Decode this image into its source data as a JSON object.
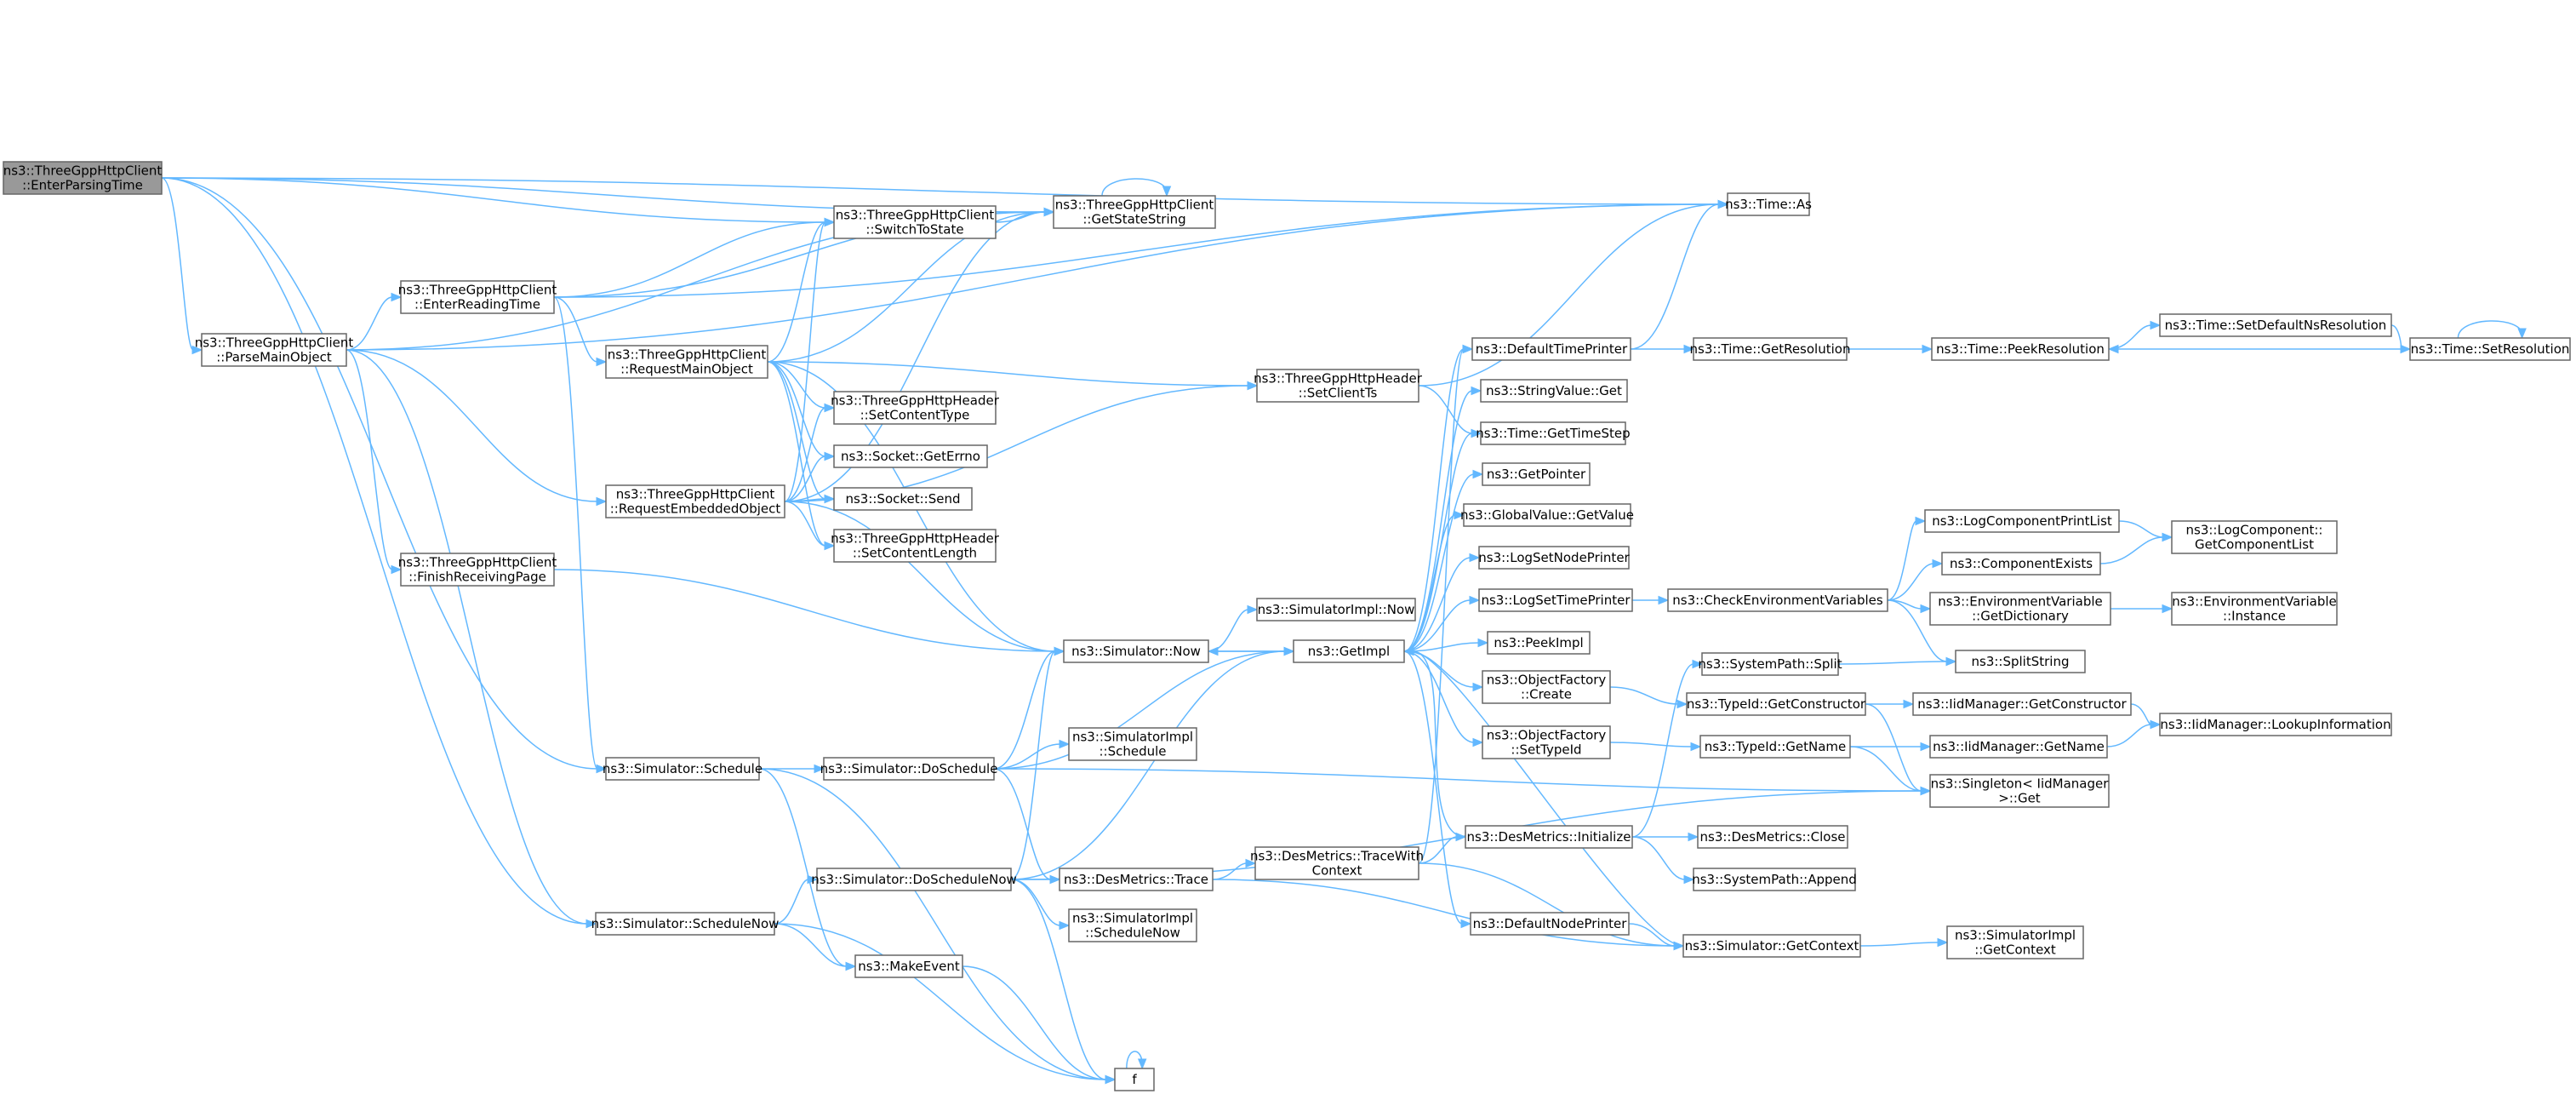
{
  "colors": {
    "edge": "#63b8ff",
    "node_border": "#666666",
    "root_fill": "#999999",
    "node_fill": "#ffffff"
  },
  "nodes": [
    {
      "id": "enterParsing",
      "lines": [
        "ns3::ThreeGppHttpClient",
        "::EnterParsingTime"
      ],
      "root": true
    },
    {
      "id": "parseMain",
      "lines": [
        "ns3::ThreeGppHttpClient",
        "::ParseMainObject"
      ]
    },
    {
      "id": "enterReading",
      "lines": [
        "ns3::ThreeGppHttpClient",
        "::EnterReadingTime"
      ]
    },
    {
      "id": "finishRecv",
      "lines": [
        "ns3::ThreeGppHttpClient",
        "::FinishReceivingPage"
      ]
    },
    {
      "id": "schedule",
      "lines": [
        "ns3::Simulator::Schedule"
      ]
    },
    {
      "id": "scheduleNow",
      "lines": [
        "ns3::Simulator::ScheduleNow"
      ]
    },
    {
      "id": "reqMain",
      "lines": [
        "ns3::ThreeGppHttpClient",
        "::RequestMainObject"
      ]
    },
    {
      "id": "reqEmb",
      "lines": [
        "ns3::ThreeGppHttpClient",
        "::RequestEmbeddedObject"
      ]
    },
    {
      "id": "switchState",
      "lines": [
        "ns3::ThreeGppHttpClient",
        "::SwitchToState"
      ]
    },
    {
      "id": "getStateStr",
      "lines": [
        "ns3::ThreeGppHttpClient",
        "::GetStateString"
      ]
    },
    {
      "id": "timeAs",
      "lines": [
        "ns3::Time::As"
      ]
    },
    {
      "id": "setContentType",
      "lines": [
        "ns3::ThreeGppHttpHeader",
        "::SetContentType"
      ]
    },
    {
      "id": "getErrno",
      "lines": [
        "ns3::Socket::GetErrno"
      ]
    },
    {
      "id": "socketSend",
      "lines": [
        "ns3::Socket::Send"
      ]
    },
    {
      "id": "setContentLength",
      "lines": [
        "ns3::ThreeGppHttpHeader",
        "::SetContentLength"
      ]
    },
    {
      "id": "setClientTs",
      "lines": [
        "ns3::ThreeGppHttpHeader",
        "::SetClientTs"
      ]
    },
    {
      "id": "simNow",
      "lines": [
        "ns3::Simulator::Now"
      ]
    },
    {
      "id": "doSchedule",
      "lines": [
        "ns3::Simulator::DoSchedule"
      ]
    },
    {
      "id": "doScheduleNow",
      "lines": [
        "ns3::Simulator::DoScheduleNow"
      ]
    },
    {
      "id": "makeEvent",
      "lines": [
        "ns3::MakeEvent"
      ]
    },
    {
      "id": "f",
      "lines": [
        "f"
      ]
    },
    {
      "id": "simImplNow",
      "lines": [
        "ns3::SimulatorImpl::Now"
      ]
    },
    {
      "id": "getImpl",
      "lines": [
        "ns3::GetImpl"
      ]
    },
    {
      "id": "simImplSchedule",
      "lines": [
        "ns3::SimulatorImpl",
        "::Schedule"
      ]
    },
    {
      "id": "desTrace",
      "lines": [
        "ns3::DesMetrics::Trace"
      ]
    },
    {
      "id": "simImplScheduleNow",
      "lines": [
        "ns3::SimulatorImpl",
        "::ScheduleNow"
      ]
    },
    {
      "id": "traceWithCtx",
      "lines": [
        "ns3::DesMetrics::TraceWith",
        "Context"
      ]
    },
    {
      "id": "defTimePrinter",
      "lines": [
        "ns3::DefaultTimePrinter"
      ]
    },
    {
      "id": "strValGet",
      "lines": [
        "ns3::StringValue::Get"
      ]
    },
    {
      "id": "getTimeStep",
      "lines": [
        "ns3::Time::GetTimeStep"
      ]
    },
    {
      "id": "getPointer",
      "lines": [
        "ns3::GetPointer"
      ]
    },
    {
      "id": "globalValGet",
      "lines": [
        "ns3::GlobalValue::GetValue"
      ]
    },
    {
      "id": "logSetNodePrinter",
      "lines": [
        "ns3::LogSetNodePrinter"
      ]
    },
    {
      "id": "logSetTimePrinter",
      "lines": [
        "ns3::LogSetTimePrinter"
      ]
    },
    {
      "id": "peekImpl",
      "lines": [
        "ns3::PeekImpl"
      ]
    },
    {
      "id": "objFactCreate",
      "lines": [
        "ns3::ObjectFactory",
        "::Create"
      ]
    },
    {
      "id": "objFactSetTypeId",
      "lines": [
        "ns3::ObjectFactory",
        "::SetTypeId"
      ]
    },
    {
      "id": "desInit",
      "lines": [
        "ns3::DesMetrics::Initialize"
      ]
    },
    {
      "id": "defNodePrinter",
      "lines": [
        "ns3::DefaultNodePrinter"
      ]
    },
    {
      "id": "simGetContext",
      "lines": [
        "ns3::Simulator::GetContext"
      ]
    },
    {
      "id": "getResolution",
      "lines": [
        "ns3::Time::GetResolution"
      ]
    },
    {
      "id": "peekResolution",
      "lines": [
        "ns3::Time::PeekResolution"
      ]
    },
    {
      "id": "setDefNsRes",
      "lines": [
        "ns3::Time::SetDefaultNsResolution"
      ]
    },
    {
      "id": "setResolution",
      "lines": [
        "ns3::Time::SetResolution"
      ]
    },
    {
      "id": "checkEnv",
      "lines": [
        "ns3::CheckEnvironmentVariables"
      ]
    },
    {
      "id": "sysPathSplit",
      "lines": [
        "ns3::SystemPath::Split"
      ]
    },
    {
      "id": "typeIdGetCtor",
      "lines": [
        "ns3::TypeId::GetConstructor"
      ]
    },
    {
      "id": "typeIdGetName",
      "lines": [
        "ns3::TypeId::GetName"
      ]
    },
    {
      "id": "desClose",
      "lines": [
        "ns3::DesMetrics::Close"
      ]
    },
    {
      "id": "sysPathAppend",
      "lines": [
        "ns3::SystemPath::Append"
      ]
    },
    {
      "id": "simImplGetCtx",
      "lines": [
        "ns3::SimulatorImpl",
        "::GetContext"
      ]
    },
    {
      "id": "logCompPrintList",
      "lines": [
        "ns3::LogComponentPrintList"
      ]
    },
    {
      "id": "componentExists",
      "lines": [
        "ns3::ComponentExists"
      ]
    },
    {
      "id": "envVarGetDict",
      "lines": [
        "ns3::EnvironmentVariable",
        "::GetDictionary"
      ]
    },
    {
      "id": "splitString",
      "lines": [
        "ns3::SplitString"
      ]
    },
    {
      "id": "iidGetCtor",
      "lines": [
        "ns3::IidManager::GetConstructor"
      ]
    },
    {
      "id": "iidGetName",
      "lines": [
        "ns3::IidManager::GetName"
      ]
    },
    {
      "id": "singletonGet",
      "lines": [
        "ns3::Singleton< IidManager",
        " >::Get"
      ]
    },
    {
      "id": "logCompGetList",
      "lines": [
        "ns3::LogComponent::",
        "GetComponentList"
      ]
    },
    {
      "id": "envVarInstance",
      "lines": [
        "ns3::EnvironmentVariable",
        "::Instance"
      ]
    },
    {
      "id": "iidLookup",
      "lines": [
        "ns3::IidManager::LookupInformation"
      ]
    }
  ],
  "edges": [
    [
      "enterParsing",
      "parseMain"
    ],
    [
      "enterParsing",
      "schedule"
    ],
    [
      "enterParsing",
      "scheduleNow"
    ],
    [
      "enterParsing",
      "switchState"
    ],
    [
      "enterParsing",
      "getStateStr"
    ],
    [
      "enterParsing",
      "timeAs"
    ],
    [
      "parseMain",
      "enterReading"
    ],
    [
      "parseMain",
      "finishRecv"
    ],
    [
      "parseMain",
      "reqEmb"
    ],
    [
      "parseMain",
      "scheduleNow"
    ],
    [
      "parseMain",
      "getStateStr"
    ],
    [
      "parseMain",
      "timeAs"
    ],
    [
      "enterReading",
      "reqMain"
    ],
    [
      "enterReading",
      "schedule"
    ],
    [
      "enterReading",
      "switchState"
    ],
    [
      "enterReading",
      "getStateStr"
    ],
    [
      "enterReading",
      "timeAs"
    ],
    [
      "finishRecv",
      "simNow"
    ],
    [
      "reqMain",
      "switchState"
    ],
    [
      "reqMain",
      "getStateStr"
    ],
    [
      "reqMain",
      "setContentType"
    ],
    [
      "reqMain",
      "getErrno"
    ],
    [
      "reqMain",
      "socketSend"
    ],
    [
      "reqMain",
      "setContentLength"
    ],
    [
      "reqMain",
      "setClientTs"
    ],
    [
      "reqMain",
      "simNow"
    ],
    [
      "reqEmb",
      "switchState"
    ],
    [
      "reqEmb",
      "getStateStr"
    ],
    [
      "reqEmb",
      "setContentType"
    ],
    [
      "reqEmb",
      "getErrno"
    ],
    [
      "reqEmb",
      "socketSend"
    ],
    [
      "reqEmb",
      "setContentLength"
    ],
    [
      "reqEmb",
      "setClientTs"
    ],
    [
      "reqEmb",
      "simNow"
    ],
    [
      "switchState",
      "getStateStr"
    ],
    [
      "getStateStr",
      "getStateStr"
    ],
    [
      "setClientTs",
      "timeAs"
    ],
    [
      "setClientTs",
      "getTimeStep"
    ],
    [
      "schedule",
      "doSchedule"
    ],
    [
      "schedule",
      "makeEvent"
    ],
    [
      "schedule",
      "f"
    ],
    [
      "scheduleNow",
      "doScheduleNow"
    ],
    [
      "scheduleNow",
      "makeEvent"
    ],
    [
      "scheduleNow",
      "f"
    ],
    [
      "doSchedule",
      "simNow"
    ],
    [
      "doSchedule",
      "getImpl"
    ],
    [
      "doSchedule",
      "simImplSchedule"
    ],
    [
      "doSchedule",
      "desTrace"
    ],
    [
      "doSchedule",
      "singletonGet"
    ],
    [
      "doScheduleNow",
      "simNow"
    ],
    [
      "doScheduleNow",
      "getImpl"
    ],
    [
      "doScheduleNow",
      "desTrace"
    ],
    [
      "doScheduleNow",
      "simImplScheduleNow"
    ],
    [
      "doScheduleNow",
      "f"
    ],
    [
      "doScheduleNow",
      "singletonGet"
    ],
    [
      "makeEvent",
      "f"
    ],
    [
      "f",
      "f"
    ],
    [
      "simNow",
      "simImplNow"
    ],
    [
      "simNow",
      "getImpl"
    ],
    [
      "desTrace",
      "traceWithCtx"
    ],
    [
      "desTrace",
      "simGetContext"
    ],
    [
      "traceWithCtx",
      "desInit"
    ],
    [
      "traceWithCtx",
      "simGetContext"
    ],
    [
      "traceWithCtx",
      "defTimePrinter"
    ],
    [
      "getImpl",
      "defTimePrinter"
    ],
    [
      "getImpl",
      "strValGet"
    ],
    [
      "getImpl",
      "getTimeStep"
    ],
    [
      "getImpl",
      "getPointer"
    ],
    [
      "getImpl",
      "globalValGet"
    ],
    [
      "getImpl",
      "logSetNodePrinter"
    ],
    [
      "getImpl",
      "logSetTimePrinter"
    ],
    [
      "getImpl",
      "peekImpl"
    ],
    [
      "getImpl",
      "objFactCreate"
    ],
    [
      "getImpl",
      "objFactSetTypeId"
    ],
    [
      "getImpl",
      "defNodePrinter"
    ],
    [
      "getImpl",
      "simNow"
    ],
    [
      "defTimePrinter",
      "timeAs"
    ],
    [
      "defTimePrinter",
      "getResolution"
    ],
    [
      "getResolution",
      "peekResolution"
    ],
    [
      "peekResolution",
      "setDefNsRes"
    ],
    [
      "setDefNsRes",
      "setResolution"
    ],
    [
      "setResolution",
      "peekResolution"
    ],
    [
      "setResolution",
      "setResolution"
    ],
    [
      "logSetTimePrinter",
      "checkEnv"
    ],
    [
      "checkEnv",
      "logCompPrintList"
    ],
    [
      "checkEnv",
      "componentExists"
    ],
    [
      "checkEnv",
      "envVarGetDict"
    ],
    [
      "checkEnv",
      "splitString"
    ],
    [
      "logCompPrintList",
      "logCompGetList"
    ],
    [
      "componentExists",
      "logCompGetList"
    ],
    [
      "envVarGetDict",
      "envVarInstance"
    ],
    [
      "objFactCreate",
      "typeIdGetCtor"
    ],
    [
      "objFactSetTypeId",
      "typeIdGetName"
    ],
    [
      "typeIdGetCtor",
      "iidGetCtor"
    ],
    [
      "typeIdGetCtor",
      "singletonGet"
    ],
    [
      "typeIdGetName",
      "iidGetName"
    ],
    [
      "typeIdGetName",
      "singletonGet"
    ],
    [
      "iidGetCtor",
      "iidLookup"
    ],
    [
      "iidGetName",
      "iidLookup"
    ],
    [
      "desInit",
      "sysPathSplit"
    ],
    [
      "desInit",
      "desClose"
    ],
    [
      "desInit",
      "sysPathAppend"
    ],
    [
      "desInit",
      "getImpl"
    ],
    [
      "sysPathSplit",
      "splitString"
    ],
    [
      "defNodePrinter",
      "simGetContext"
    ],
    [
      "simGetContext",
      "getImpl"
    ],
    [
      "simGetContext",
      "simImplGetCtx"
    ]
  ]
}
